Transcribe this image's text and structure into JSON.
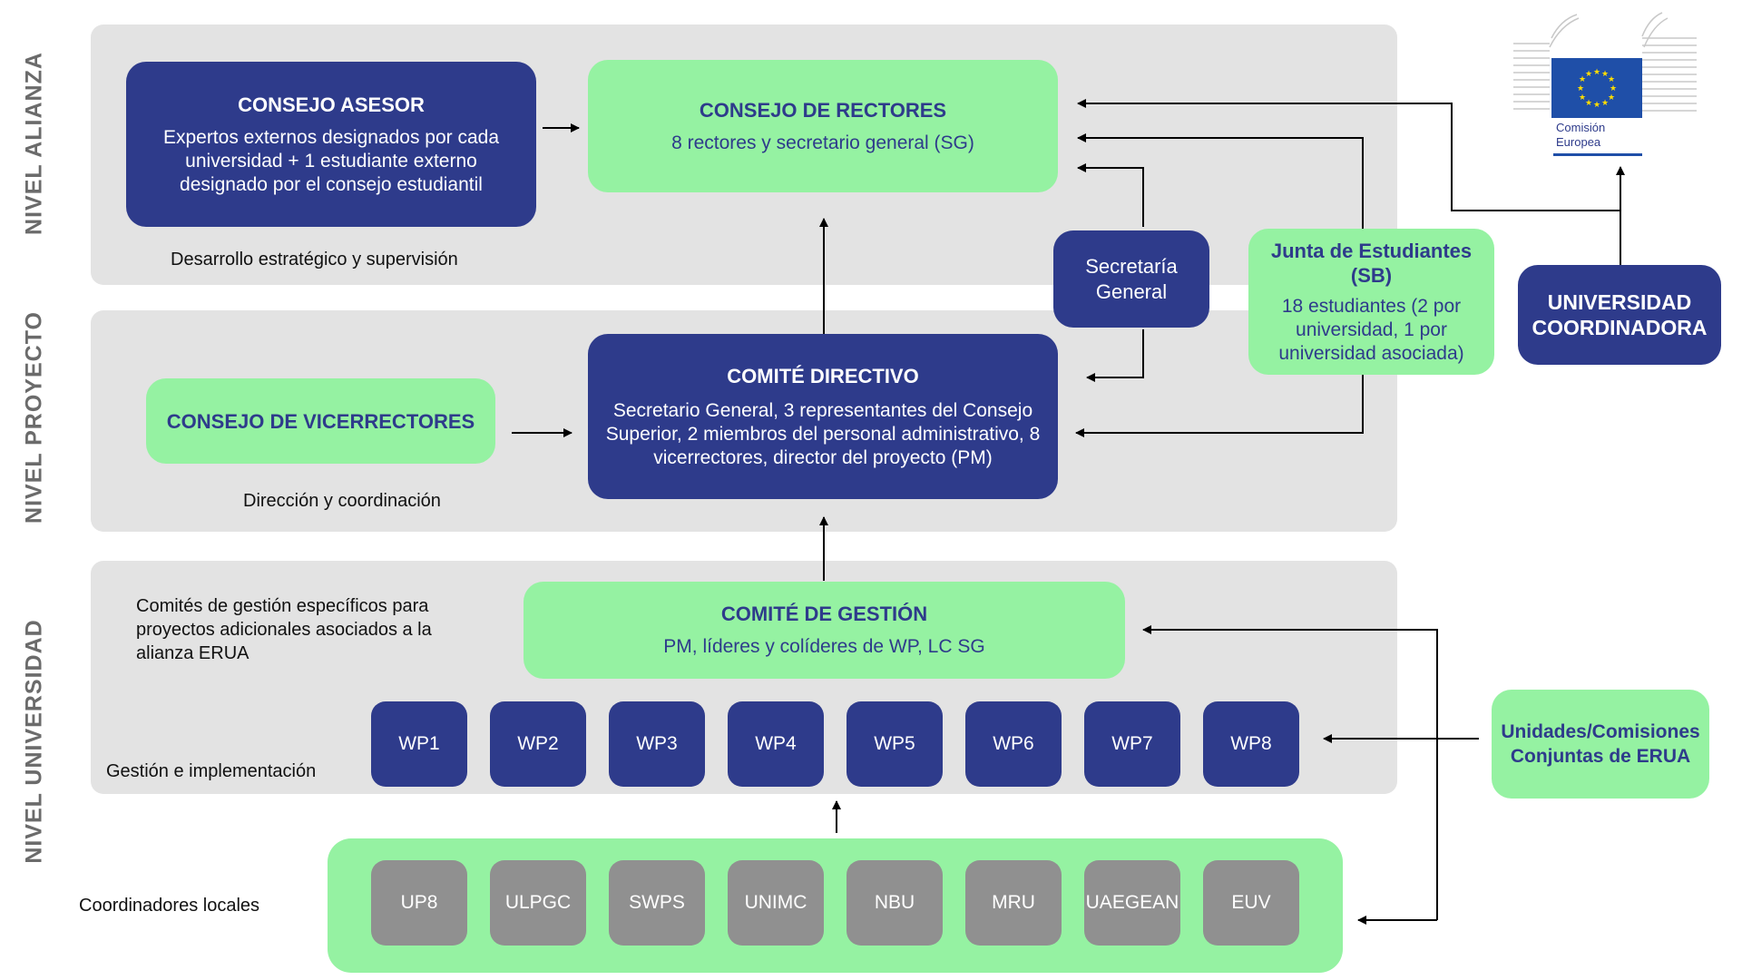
{
  "levels": {
    "alliance": "NIVEL ALIANZA",
    "project": "NIVEL PROYECTO",
    "university": "NIVEL UNIVERSIDAD"
  },
  "consejo_asesor": {
    "title": "CONSEJO ASESOR",
    "desc": "Expertos externos designados por cada universidad + 1 estudiante externo designado por el consejo estudiantil"
  },
  "consejo_rectores": {
    "title": "CONSEJO DE RECTORES",
    "desc": "8 rectores y secretario general (SG)"
  },
  "captions": {
    "alliance": "Desarrollo estratégico y supervisión",
    "project": "Dirección y coordinación",
    "specific": "Comités de gestión específicos para proyectos adicionales asociados a la alianza ERUA",
    "management": "Gestión e implementación",
    "local": "Coordinadores locales"
  },
  "secretaria": {
    "label": "Secretaría General"
  },
  "junta": {
    "title": "Junta de Estudiantes (SB)",
    "desc": "18 estudiantes (2 por universidad, 1 por universidad asociada)"
  },
  "universidad_coordinadora": {
    "label": "UNIVERSIDAD COORDINADORA"
  },
  "eu_logo": {
    "line1": "Comisión",
    "line2": "Europea",
    "flag_color": "#1f4fa8",
    "star_color": "#ffde00"
  },
  "consejo_vicerrectores": {
    "title": "CONSEJO DE VICERRECTORES"
  },
  "comite_directivo": {
    "title": "COMITÉ DIRECTIVO",
    "desc": "Secretario General, 3 representantes del Consejo Superior, 2 miembros del personal administrativo, 8 vicerrectores, director del proyecto (PM)"
  },
  "comite_gestion": {
    "title": "COMITÉ DE GESTIÓN",
    "desc": "PM, líderes y colíderes de WP, LC SG"
  },
  "work_packages": [
    "WP1",
    "WP2",
    "WP3",
    "WP4",
    "WP5",
    "WP6",
    "WP7",
    "WP8"
  ],
  "unidades": {
    "label": "Unidades/Comisiones Conjuntas de ERUA"
  },
  "universities": [
    "UP8",
    "ULPGC",
    "SWPS",
    "UNIMC",
    "NBU",
    "MRU",
    "UAEGEAN",
    "EUV"
  ],
  "colors": {
    "dark": "#2e3b8b",
    "green": "#95f2a2",
    "gray_box": "#909090",
    "band": "#e3e3e3"
  }
}
